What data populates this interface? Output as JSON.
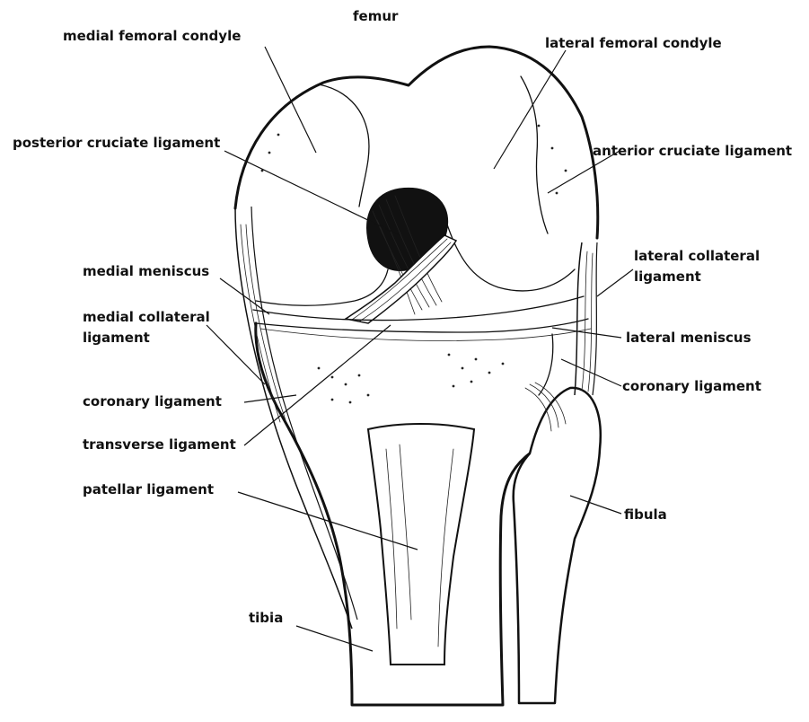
{
  "labels": {
    "femur": "femur",
    "medial_femoral_condyle": "medial femoral condyle",
    "lateral_femoral_condyle": "lateral femoral condyle",
    "posterior_cruciate_ligament": "posterior cruciate ligament",
    "anterior_cruciate_ligament": "anterior cruciate ligament",
    "lateral_collateral_ligament_line1": "lateral collateral",
    "lateral_collateral_ligament_line2": "ligament",
    "medial_meniscus": "medial meniscus",
    "medial_collateral_ligament_line1": "medial collateral",
    "medial_collateral_ligament_line2": "ligament",
    "lateral_meniscus": "lateral meniscus",
    "coronary_ligament_left": "coronary ligament",
    "coronary_ligament_right": "coronary ligament",
    "transverse_ligament": "transverse ligament",
    "patellar_ligament": "patellar ligament",
    "fibula": "fibula",
    "tibia": "tibia"
  }
}
